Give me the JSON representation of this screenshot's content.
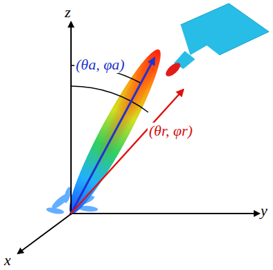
{
  "diagram": {
    "labels": [
      "z",
      "y",
      "x",
      "(θa, φa)",
      "(θr, φr)"
    ]
  }
}
